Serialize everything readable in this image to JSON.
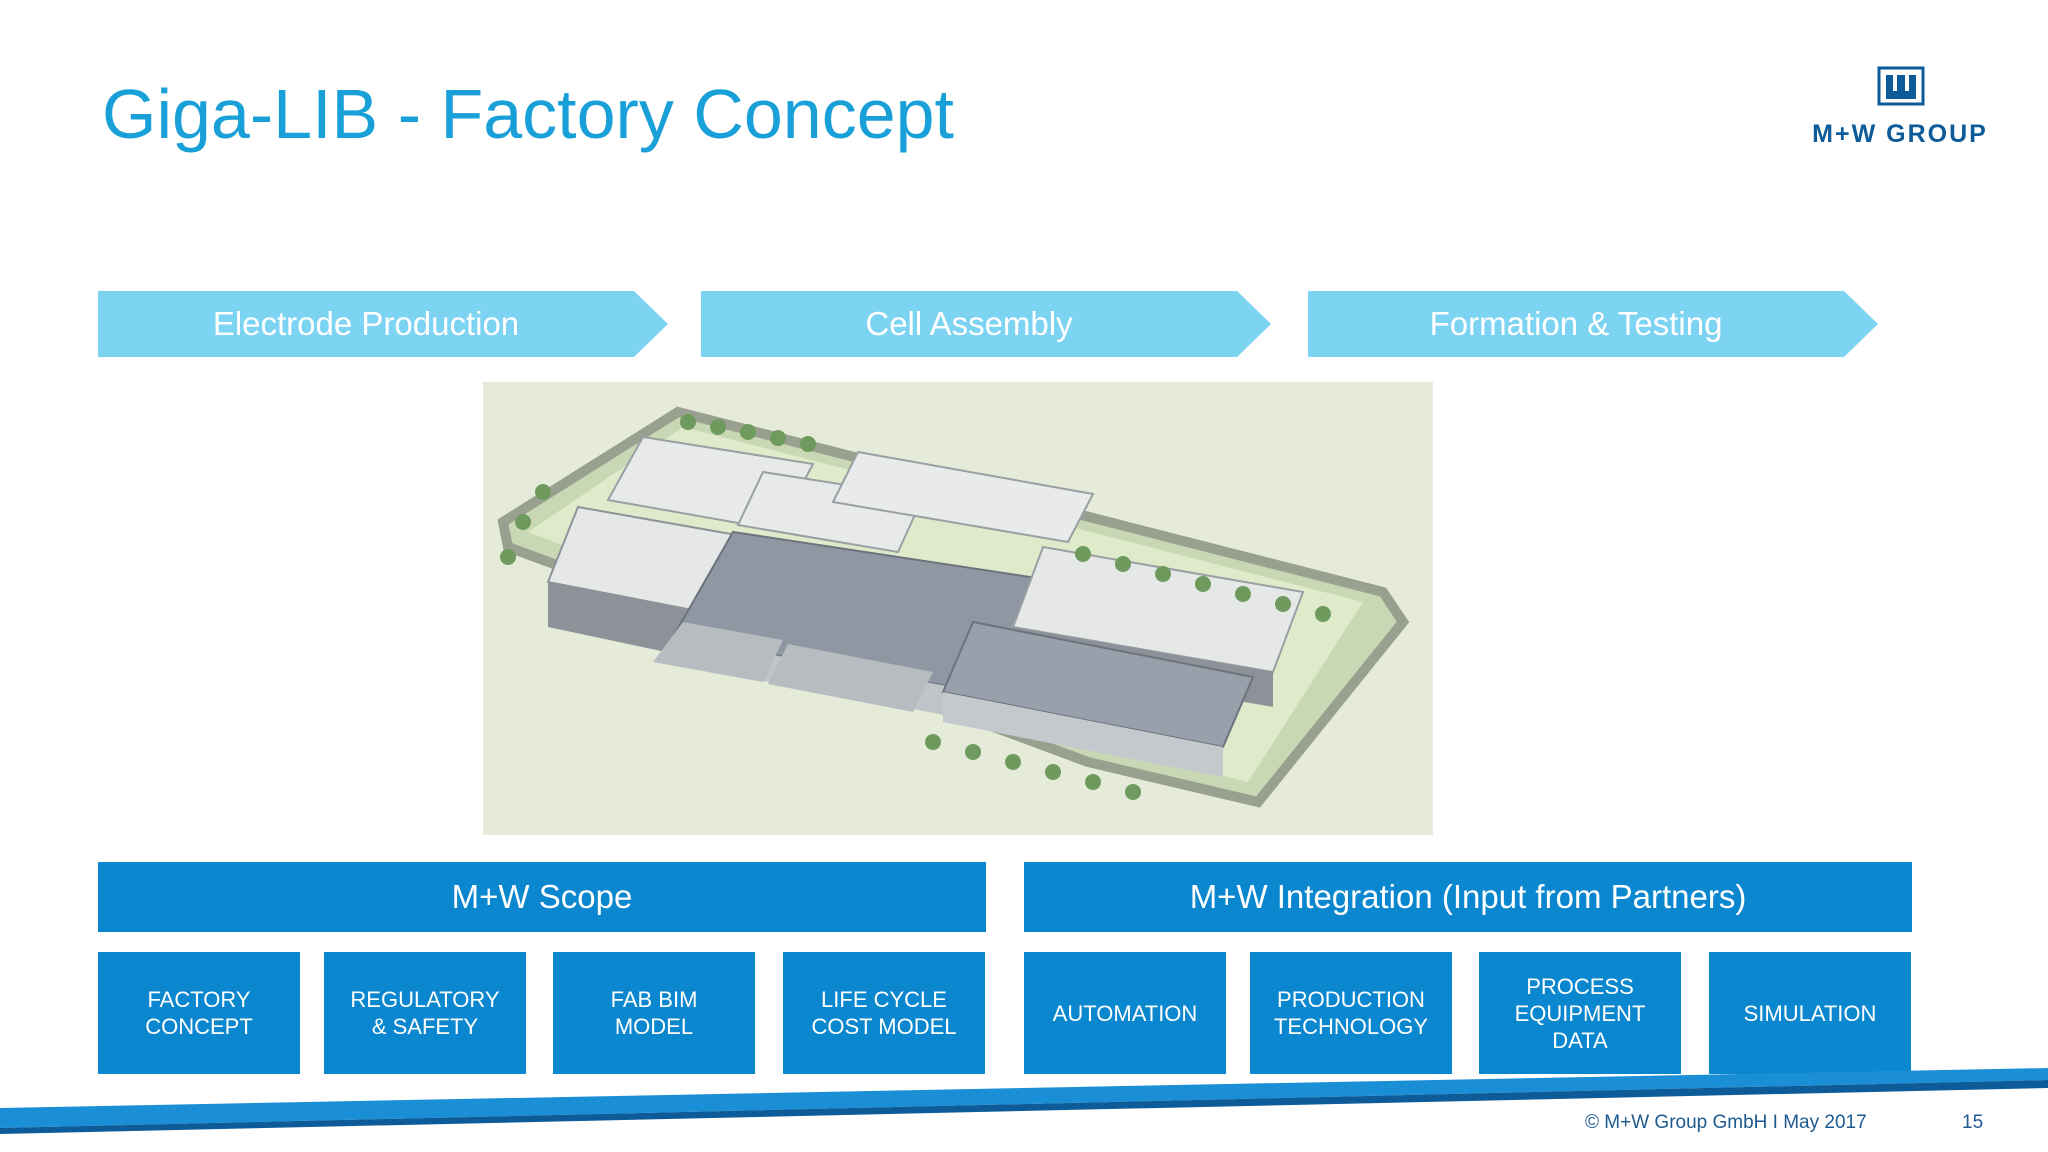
{
  "slide": {
    "title": "Giga-LIB - Factory Concept",
    "logo": {
      "text": "M+W GROUP",
      "icon": "mw-logo-icon"
    },
    "process_steps": [
      "Electrode Production",
      "Cell Assembly",
      "Formation & Testing"
    ],
    "scope": {
      "label": "M+W Scope",
      "items": [
        "FACTORY\nCONCEPT",
        "REGULATORY\n& SAFETY",
        "FAB BIM\nMODEL",
        "LIFE CYCLE\nCOST MODEL"
      ]
    },
    "integration": {
      "label": "M+W Integration (Input from Partners)",
      "items": [
        "AUTOMATION",
        "PRODUCTION\nTECHNOLOGY",
        "PROCESS\nEQUIPMENT\nDATA",
        "SIMULATION"
      ]
    },
    "footer": {
      "copyright": "© M+W Group GmbH I May 2017",
      "page_number": "15"
    },
    "colors": {
      "title": "#1aa0d8",
      "chevron": "#7dd3f2",
      "box": "#0a87cf",
      "brand_dark": "#0d5b98"
    }
  }
}
